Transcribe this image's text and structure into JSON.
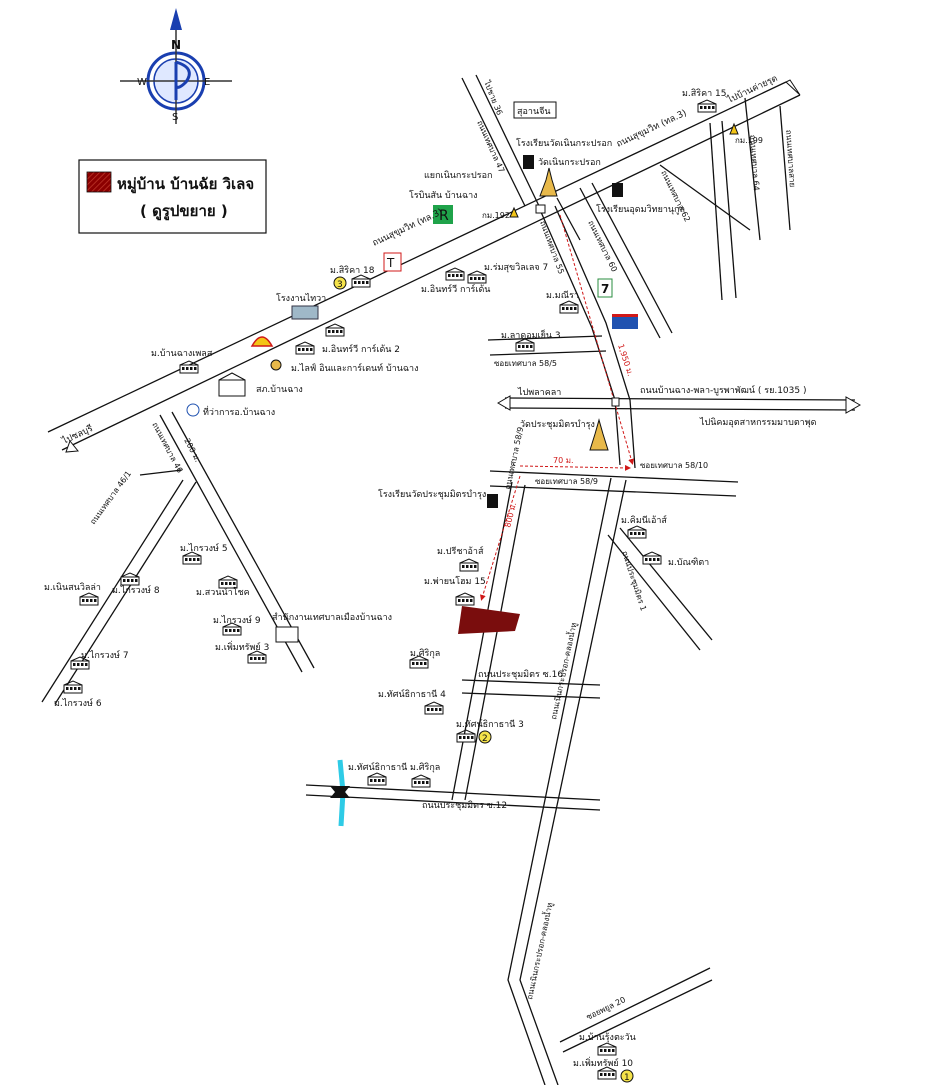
{
  "compass": {
    "n": "N",
    "s": "S",
    "e": "E",
    "w": "W"
  },
  "legend": {
    "line1": "หมู่บ้าน บ้านฉัย วิเลจ",
    "line2": "( ดูรูปขยาย )",
    "swatch_color": "#8b0000"
  },
  "colors": {
    "road": "#111111",
    "plot": "#7a0d0d",
    "distance": "#d01818",
    "river": "#2ecbe6",
    "compass": "#1a3fb0"
  },
  "roads": {
    "sukhumvit": "ถนนสุขุมวิท (ทล.3)",
    "sukhumvit_2": "ถนนสุขุมวิท (ทล.3)",
    "to_chonburi": "ไปชลบุรี",
    "to_ban_chang": "ไปบ้านค่ายรุด",
    "road_1035": "ถนนบ้านฉาง-พลา-บูรพาพัฒน์ ( รย.1035 )",
    "to_phla": "ไปพลาคลา",
    "to_industrial": "ไปนิคมอุตสาหกรรมมาบตาพุด",
    "soi47": "ถนนเทศบาล 47",
    "soi55": "ถนนเทศบาล 55",
    "soi60": "ถนนเทศบาล 60",
    "soi62": "ถนนเทศบาล 62",
    "soi64": "ถนนเทศบาล 64",
    "soi_right": "ถนนเทศบาลสาย",
    "soi46": "ถนนเทศบาล 46",
    "soi46_1": "ถนนเทศบาล 46/1",
    "soi58_5": "ซอยเทศบาล 58/5",
    "soi58_9": "ซอยเทศบาล 58/9",
    "soi58_10": "ซอยเทศบาล 58/10",
    "soi58_9_side": "ถนนเทศบาล 58/9",
    "prachum_16": "ถนนประชุมมิตร ซ.16",
    "prachum_12": "ถนนประชุมมิตร ซ.12",
    "nen_krapok": "ถนนเนินกระปรอก-คลองน้ำหู",
    "nen_krapok_2": "ถนนเนินกระปรอก-คลองน้ำหู",
    "soi20": "ซอยพยูล 20",
    "soi_side_right": "ถนนประชุมมิตร 1",
    "to_rayong36": "ไปชาย 36",
    "dist_1": "1,950 ม.",
    "dist_2": "70 ม.",
    "dist_3": "800 ม.",
    "dist_4": "200 ม."
  },
  "places": {
    "soi_jin": "สุอานจีน",
    "school_nen": "โรงเรียนวัดเนินกระปรอก",
    "wat_nen": "วัดเนินกระปรอก",
    "junction": "แยกเนินกระปรอก",
    "robinson": "โรบินสัน บ้านฉาง",
    "km192": "กม.192",
    "km199": "กม.199",
    "siri15": "ม.สิริคา 15",
    "school_udom": "โรงเรียนอุดมวิทยานุกูล",
    "siri18": "ม.สิริคา 18",
    "rom_suk": "ม.ร่มสุขวิลเลจ 7",
    "in_chan": "ม.อินทร์วี การ์เด้น",
    "factory": "โรงงานไทวา",
    "m_nee": "ม.มณีรา",
    "in_chan2": "ม.อินทร์วี การ์เด้น 2",
    "ban_chang_place": "ม.บ้านฉางเพลส",
    "life": "ม.ไลฟ์ อินและการ์เดนท์ บ้านฉาง",
    "ladda": "ม.ลาดอมเย็น 3",
    "police": "สภ.บ้านฉาง",
    "district": "ที่ว่าการอ.บ้านฉาง",
    "wat_prachum": "วัดประชุมมิตรบำรุง",
    "school_prachum": "โรงเรียนวัดประชุมมิตรบำรุง",
    "kim": "ม.คิมนีเอ้าส์",
    "bandit": "ม.บัณฑิตา",
    "pree": "ม.ปรีชาอ้าส์",
    "krawong5": "ม.ไกรวงษ์ 5",
    "nin": "ม.เนินสนวิลล่า",
    "krawong8": "ม.ไกรวงษ์ 8",
    "suan": "ม.สวนนำโชค",
    "pai": "ม.พ่ายนโฮม 15",
    "krawong9": "ม.ไกรวงษ์ 9",
    "municipal": "สำนักงานเทศบาลเมืองบ้านฉาง",
    "poem": "ม.เพิ่มทรัพย์ 3",
    "krawong7": "ม.ไกรวงษ์ 7",
    "siri_kul": "ม.ศิริกุล",
    "krawong6": "ม.ไกรวงษ์ 6",
    "tan4": "ม.ทัศน์ธิกาธานี 4",
    "tan3": "ม.ทัศน์ธิกาธานี 3",
    "tan_a": "ม.ทัศน์ธิกาธานี",
    "siri_kul2": "ม.ศิริกุล",
    "ban_rung": "ม.บ้านรุ้งตะวัน",
    "poem10": "ม.เพิ่มทรัพย์ 10"
  },
  "badges": {
    "b1": "1",
    "b2": "2",
    "b3": "3"
  },
  "icons": {
    "plot": "village-plot",
    "house": "house-icon",
    "temple": "temple-icon",
    "school": "school-icon",
    "shell": "shell-station-icon",
    "seven": "seven-eleven-icon",
    "tesco": "tesco-icon",
    "robinson": "robinson-icon",
    "hospital": "hospital-icon",
    "gov": "government-building-icon"
  }
}
